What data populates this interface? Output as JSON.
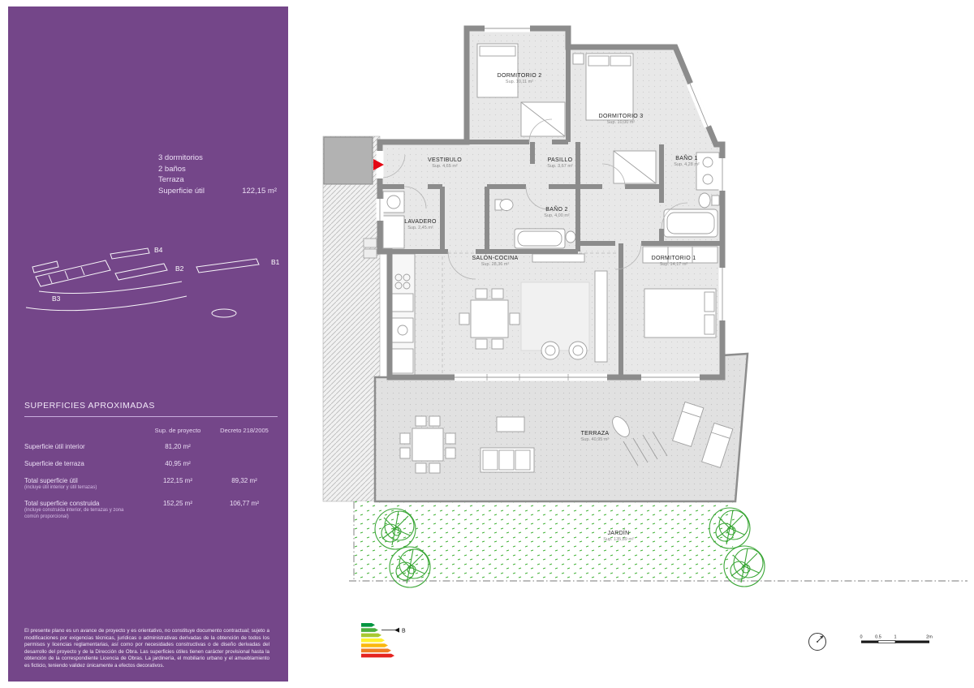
{
  "sidebar": {
    "features": [
      "3 dormitorios",
      "2 baños",
      "Terraza"
    ],
    "superficie_util": {
      "label": "Superficie útil",
      "value": "122,15 m²"
    },
    "site_plan": {
      "labels": [
        "B4",
        "B2",
        "B1",
        "B3"
      ]
    },
    "surfaces_table": {
      "title": "SUPERFICIES APROXIMADAS",
      "columns": [
        "Sup. de proyecto",
        "Decreto 218/2005"
      ],
      "rows": [
        {
          "label": "Superficie útil interior",
          "note": "",
          "proyecto": "81,20 m²",
          "decreto": ""
        },
        {
          "label": "Superficie de terraza",
          "note": "",
          "proyecto": "40,95 m²",
          "decreto": ""
        },
        {
          "label": "Total superficie útil",
          "note": "(incluye útil interior y útil terrazas)",
          "proyecto": "122,15 m²",
          "decreto": "89,32 m²"
        },
        {
          "label": "Total superficie construida",
          "note": "(incluye construida interior, de terrazas y zona común proporcional)",
          "proyecto": "152,25 m²",
          "decreto": "106,77 m²"
        }
      ]
    },
    "disclaimer": "El presente plano es un avance de proyecto y es orientativo, no constituye documento contractual; sujeto a modificaciones por exigencias técnicas, jurídicas o administrativas derivadas de la obtención de todos los permisos y licencias reglamentarias, así como por necesidades constructivas o de diseño derivadas del desarrollo del proyecto y de la Dirección de Obra. Las superficies útiles tienen carácter provisional hasta la obtención de la correspondiente Licencia de Obras. La jardinería, el mobiliario urbano y el amueblamiento es ficticio, teniendo validez únicamente a efectos decorativos."
  },
  "floorplan": {
    "rooms": [
      {
        "name": "DORMITORIO 2",
        "sup": "Sup. 10,11 m²"
      },
      {
        "name": "DORMITORIO 3",
        "sup": "Sup. 10,00 m²"
      },
      {
        "name": "VESTIBULO",
        "sup": "Sup. 4,65 m²"
      },
      {
        "name": "PASILLO",
        "sup": "Sup. 3,67 m²"
      },
      {
        "name": "BAÑO 1",
        "sup": "Sup. 4,28 m²"
      },
      {
        "name": "LAVADERO",
        "sup": "Sup. 2,45 m²"
      },
      {
        "name": "BAÑO 2",
        "sup": "Sup. 4,00 m²"
      },
      {
        "name": "SALÓN-COCINA",
        "sup": "Sup. 28,36 m²"
      },
      {
        "name": "DORMITORIO 1",
        "sup": "Sup. 14,17 m²"
      },
      {
        "name": "TERRAZA",
        "sup": "Sup. 40,95 m²"
      },
      {
        "name": "JARDÍN",
        "sup": "Sup. 135,89 m²"
      }
    ],
    "energy_label": {
      "rating": "B"
    },
    "scale_ticks": [
      "0",
      "0.5",
      "1",
      "2m"
    ],
    "accent_red": "#e30613"
  }
}
